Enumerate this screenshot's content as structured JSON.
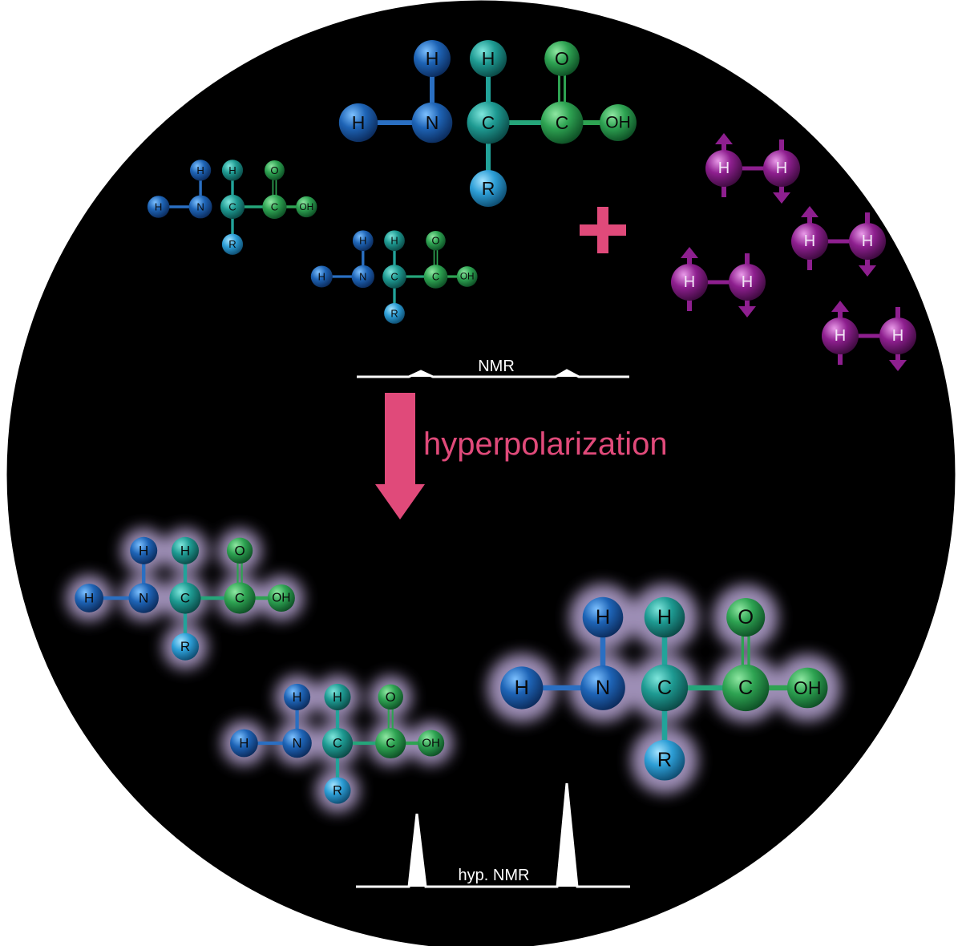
{
  "colors": {
    "background": "#000000",
    "frame": "#ffffff",
    "accent": "#e04a7a",
    "hydrogen_molecule": "#8e1f8f",
    "amine": "#1d5fb0",
    "alpha_carbon": "#1f9a94",
    "carboxyl": "#2ea352",
    "side_chain": "#2d9ed6",
    "glow": "#b9a7d6"
  },
  "amino_acid": {
    "atoms": {
      "h_amine_top": "H",
      "h_amine_left": "H",
      "n": "N",
      "h_alpha": "H",
      "c_alpha": "C",
      "r": "R",
      "o": "O",
      "c_carboxyl": "C",
      "oh": "OH"
    }
  },
  "hydrogen": {
    "atom_label": "H"
  },
  "plus_sign": "+",
  "arrow_label": "hyperpolarization",
  "spectra": {
    "before": {
      "label": "NMR"
    },
    "after": {
      "label": "hyp. NMR"
    }
  }
}
